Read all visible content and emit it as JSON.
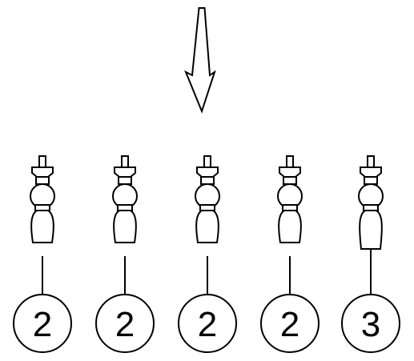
{
  "colors": {
    "stroke": "#000000",
    "fill": "#ffffff"
  },
  "arrow": {
    "icon": "down-arrow-icon"
  },
  "parts": [
    {
      "label": "2",
      "icon": "turned-leg-icon",
      "variant": "standard"
    },
    {
      "label": "2",
      "icon": "turned-leg-icon",
      "variant": "standard"
    },
    {
      "label": "2",
      "icon": "turned-leg-icon",
      "variant": "standard"
    },
    {
      "label": "2",
      "icon": "turned-leg-icon",
      "variant": "standard"
    },
    {
      "label": "3",
      "icon": "turned-leg-icon",
      "variant": "tall"
    }
  ]
}
